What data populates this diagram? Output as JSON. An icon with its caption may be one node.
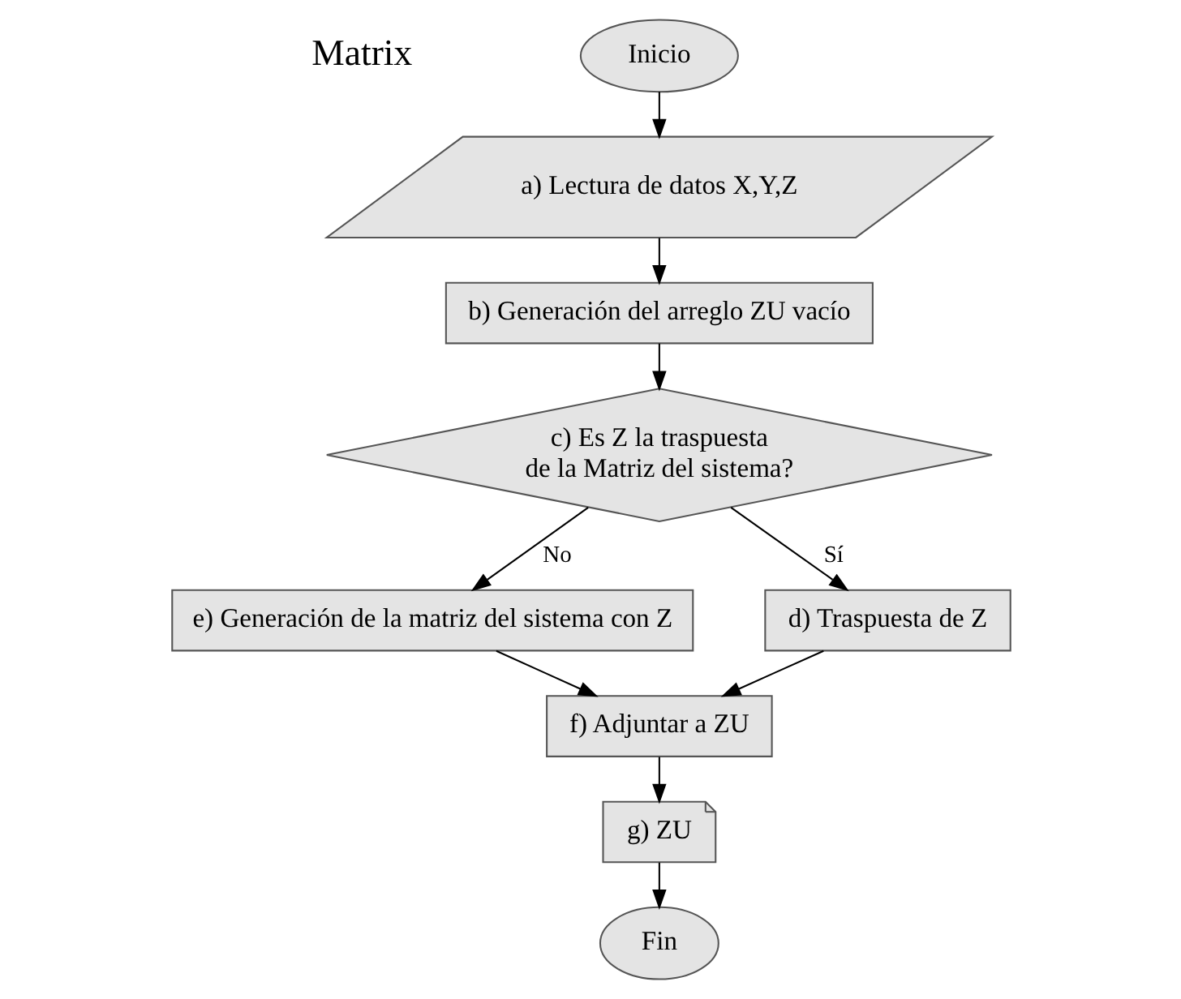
{
  "diagram": {
    "nodes": [
      {
        "text": [
          "Inicio"
        ]
      },
      {
        "text": [
          "a) Lectura de datos X,Y,Z"
        ]
      },
      {
        "text": [
          "b) Generación del arreglo ZU vacío"
        ]
      },
      {
        "text": [
          "c) Es Z la traspuesta de la Matriz del sistema?"
        ]
      },
      {
        "text": [
          "e) Generación de la matriz del sistema con Z"
        ]
      },
      {
        "text": [
          "f) Adjuntar a ZU"
        ]
      },
      {
        "text": [
          "d) Traspuesta de Z"
        ]
      },
      {
        "text": [
          "g) ZU"
        ]
      },
      {
        "text": [
          "Fin"
        ]
      }
    ],
    "edges": [
      {
        "from": 0,
        "to": 1,
        "arrow": "to"
      },
      {
        "from": 1,
        "to": 2,
        "arrow": "to"
      },
      {
        "from": 2,
        "to": 3,
        "arrow": "to"
      },
      {
        "from": 3,
        "to": 4,
        "arrow": "to",
        "label": "No"
      },
      {
        "from": 3,
        "to": 6,
        "arrow": "to",
        "label": "Sí"
      },
      {
        "from": 4,
        "to": 5,
        "arrow": "to"
      },
      {
        "from": 6,
        "to": 5,
        "arrow": "to"
      },
      {
        "from": 5,
        "to": 7,
        "arrow": "to"
      },
      {
        "from": 7,
        "to": 8,
        "arrow": "to"
      }
    ],
    "labels": [
      "Matrix"
    ]
  }
}
